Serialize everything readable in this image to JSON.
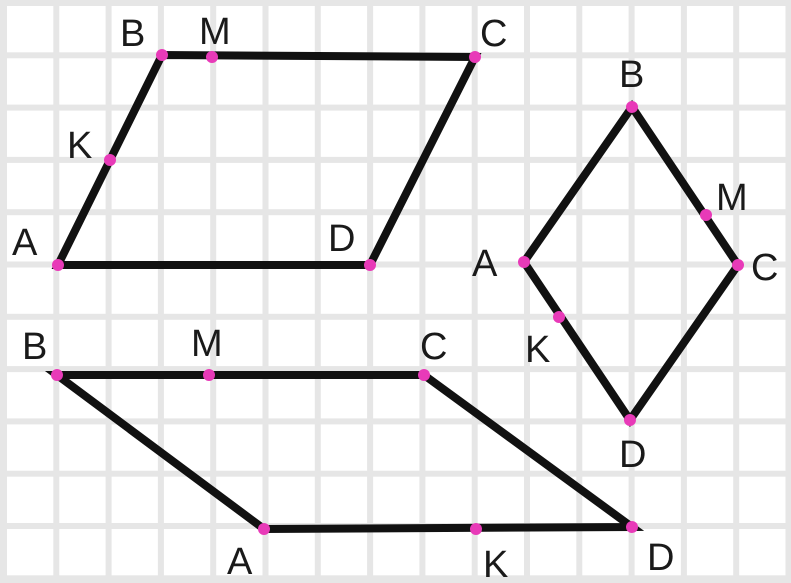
{
  "colors": {
    "background_cell": "#ffffff",
    "grid_line": "#e6e6e6",
    "edge": "#111111",
    "point": "#e83ab8",
    "label": "#1a1a1a"
  },
  "figures": [
    {
      "id": "parallelogram-top",
      "labels": {
        "A": "A",
        "B": "B",
        "C": "C",
        "D": "D",
        "K": "K",
        "M": "M"
      }
    },
    {
      "id": "rhombus-right",
      "labels": {
        "A": "A",
        "B": "B",
        "C": "C",
        "D": "D",
        "K": "K",
        "M": "M"
      }
    },
    {
      "id": "parallelogram-bottom",
      "labels": {
        "A": "A",
        "B": "B",
        "C": "C",
        "D": "D",
        "K": "K",
        "M": "M"
      }
    }
  ]
}
